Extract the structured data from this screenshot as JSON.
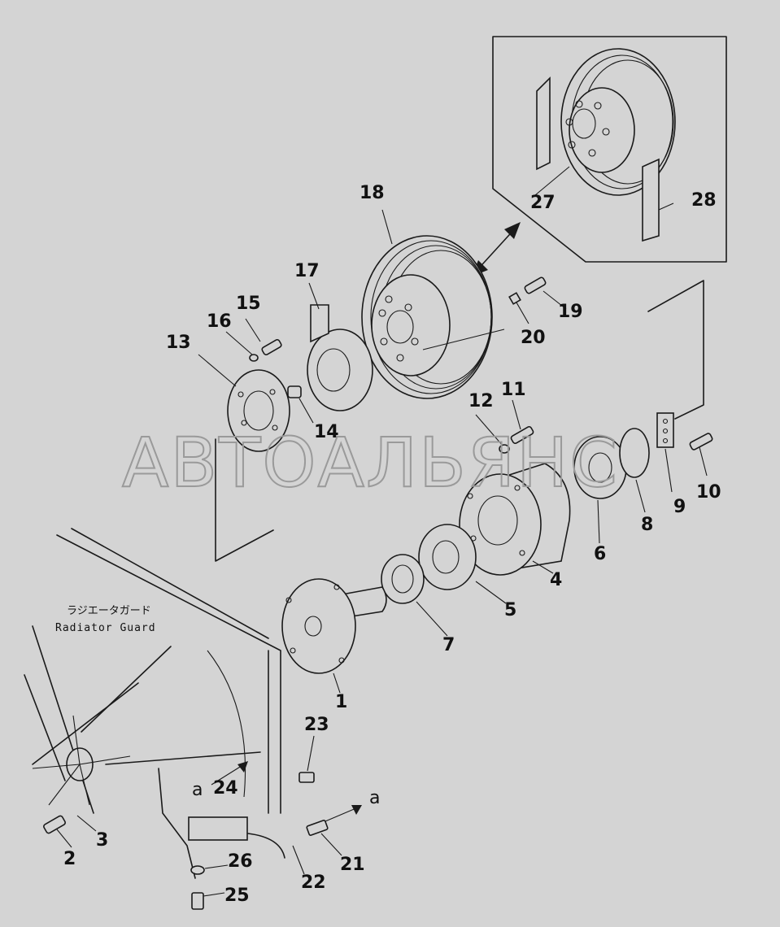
{
  "diagram": {
    "watermark": "АВТОАЛЬЯНС",
    "note_jp": "ラジエータガード",
    "note_en": "Radiator Guard",
    "ref_letter": "a",
    "part_labels": [
      "1",
      "2",
      "3",
      "4",
      "5",
      "6",
      "7",
      "8",
      "9",
      "10",
      "11",
      "12",
      "13",
      "14",
      "15",
      "16",
      "17",
      "18",
      "19",
      "20",
      "21",
      "22",
      "23",
      "24",
      "25",
      "26",
      "27",
      "28"
    ]
  }
}
